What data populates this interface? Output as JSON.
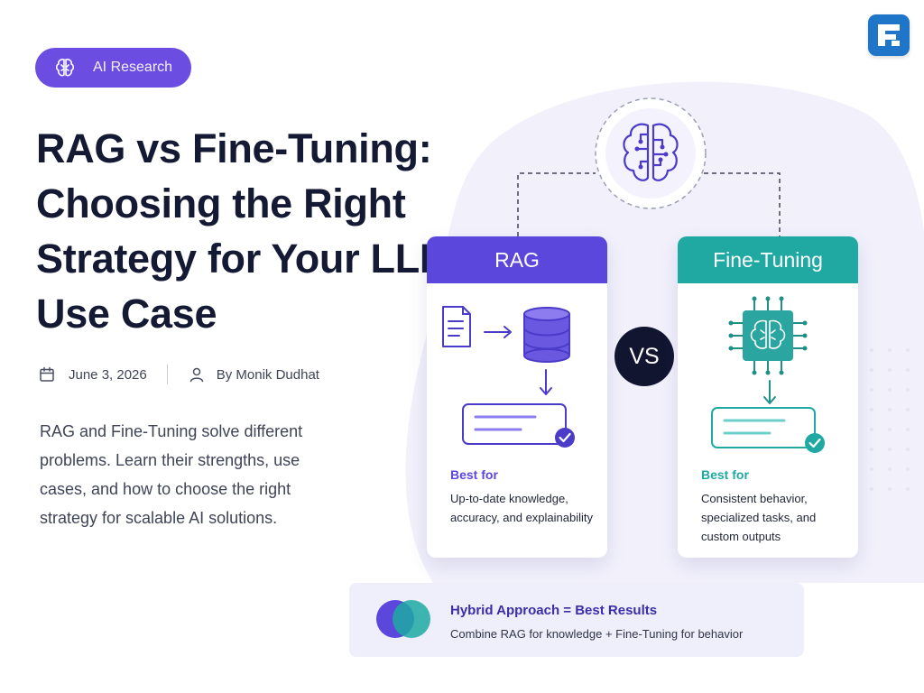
{
  "category": {
    "label": "AI Research"
  },
  "article": {
    "title": "RAG vs Fine-Tuning: Choosing the Right Strategy for Your LLM Use Case",
    "date": "June 3, 2026",
    "author": "By Monik Dudhat",
    "description": "RAG and Fine-Tuning solve different problems. Learn their strengths, use cases, and how to choose the right strategy for scalable AI solutions."
  },
  "comparison": {
    "vs_label": "VS",
    "rag": {
      "title": "RAG",
      "best_for_label": "Best for",
      "best_for_text": "Up-to-date knowledge, accuracy, and explainability",
      "icons": [
        "document-icon",
        "arrow-right-icon",
        "database-icon",
        "arrow-down-icon",
        "response-box-icon",
        "check-icon"
      ]
    },
    "fine_tuning": {
      "title": "Fine-Tuning",
      "best_for_label": "Best for",
      "best_for_text": "Consistent behavior, specialized tasks, and custom outputs",
      "icons": [
        "chip-brain-icon",
        "arrow-down-icon",
        "response-box-icon",
        "check-icon"
      ]
    }
  },
  "hybrid": {
    "title": "Hybrid Approach = Best Results",
    "subtitle": "Combine RAG for knowledge + Fine-Tuning for behavior"
  },
  "colors": {
    "rag_accent": "#5b47dc",
    "fine_tuning_accent": "#1fa9a2",
    "pill": "#6c4de2",
    "logo": "#1f76c9",
    "vs_badge": "#111530"
  }
}
